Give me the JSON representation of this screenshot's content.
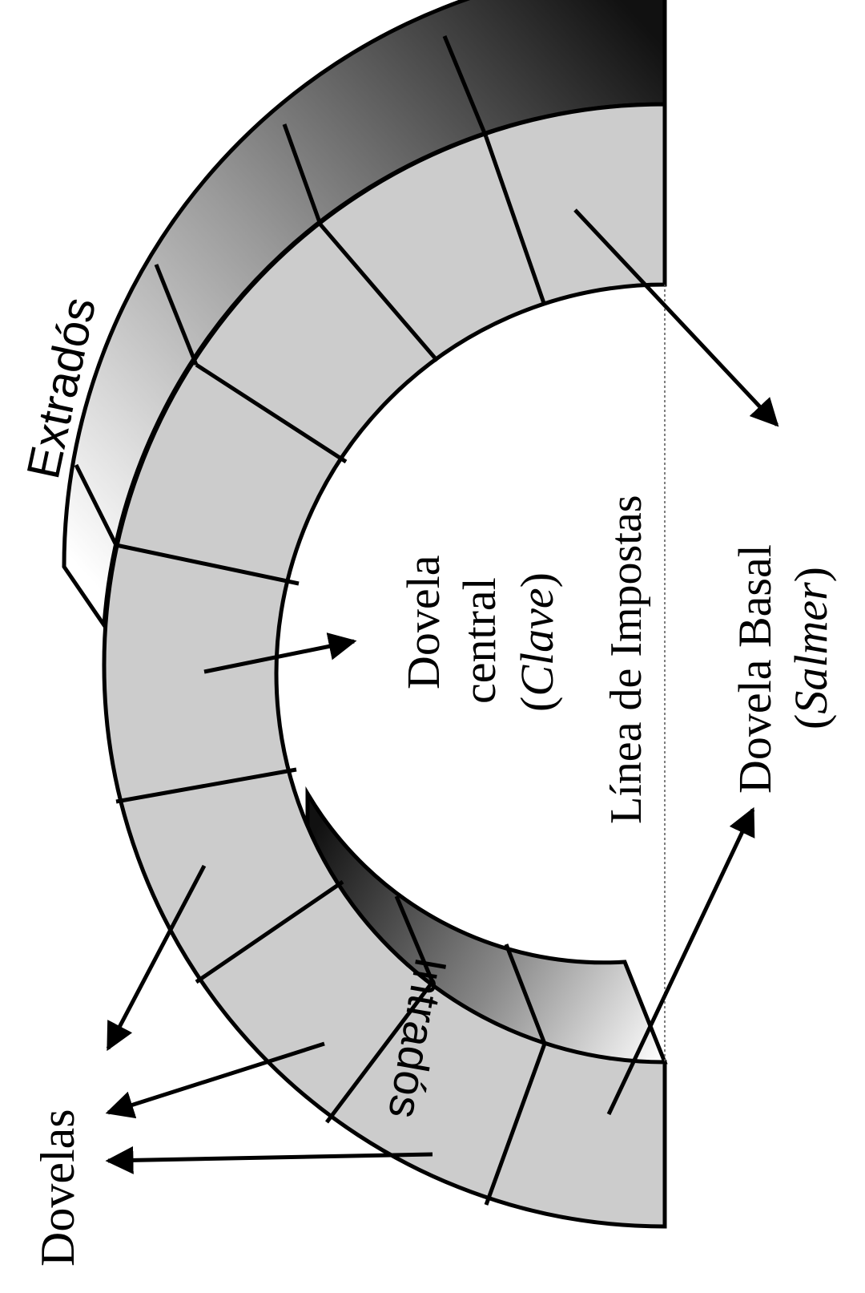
{
  "labels": {
    "extrados": "Extradós",
    "intrados": "Intradós",
    "dovelas": "Dovelas",
    "central_line1": "Dovela",
    "central_line2": "central",
    "central_line3_open": "(",
    "central_line3_term": "Clave",
    "central_line3_close": ")",
    "impostas": "Línea de Impostas",
    "basal_line1": "Dovela Basal",
    "basal_line2_open": "(",
    "basal_line2_term": "Salmer",
    "basal_line2_close": ")"
  },
  "colors": {
    "stone_face": "#cccccc",
    "outline": "#000000",
    "shade_dark": "#111111",
    "shade_light": "#ffffff"
  }
}
